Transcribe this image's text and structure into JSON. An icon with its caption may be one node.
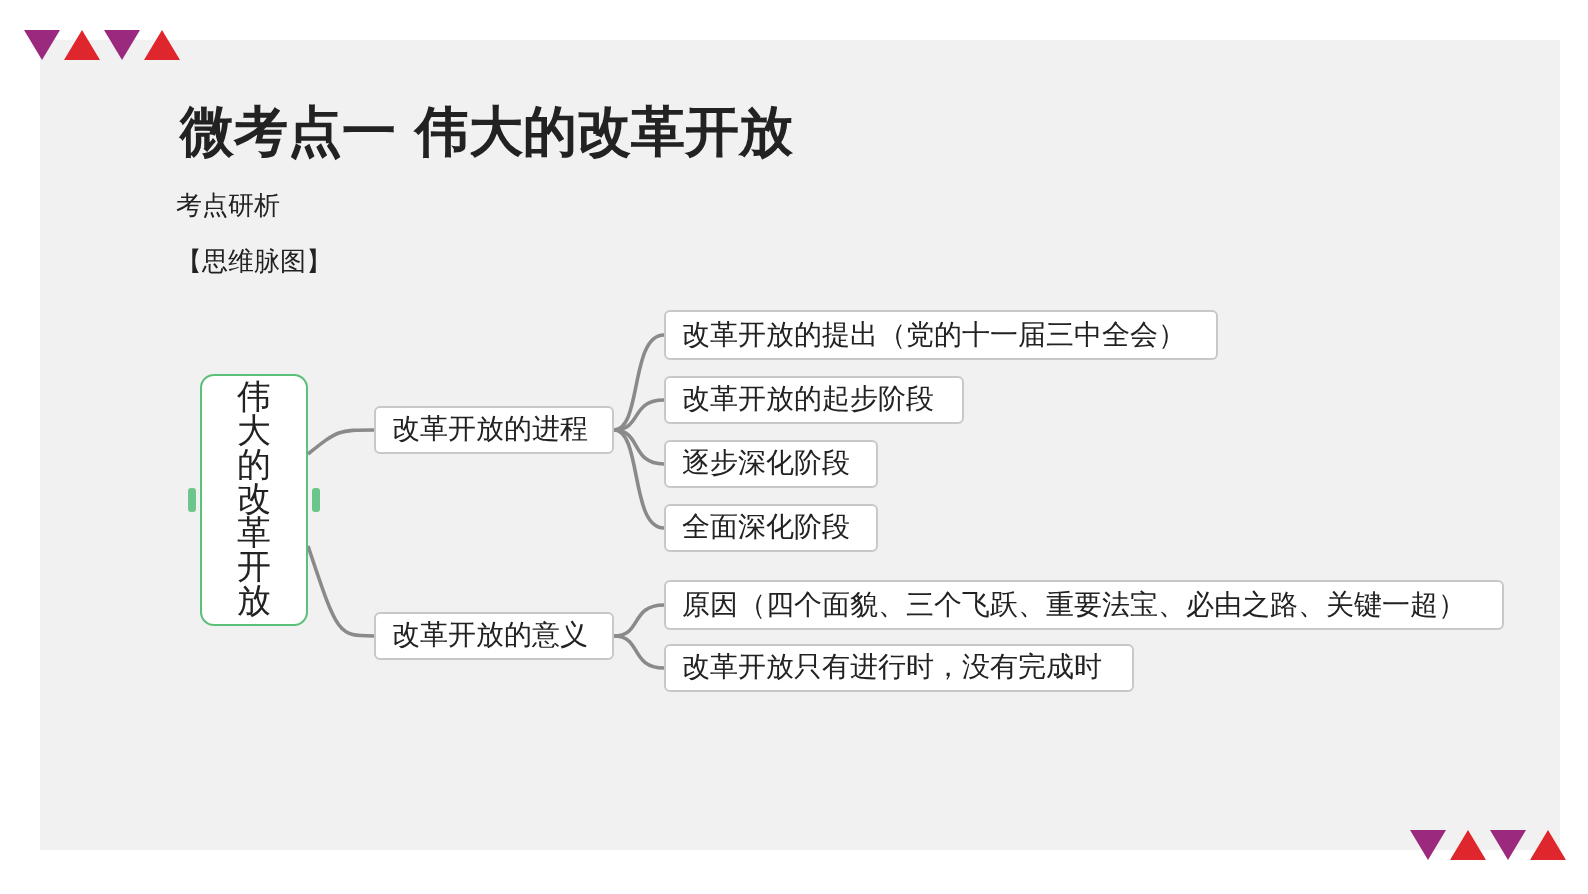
{
  "diagram": {
    "title": "微考点一 伟大的改革开放",
    "nodes": [
      {
        "text": [
          "伟大的改革开放"
        ]
      },
      {
        "text": [
          "改革开放的进程"
        ]
      },
      {
        "text": [
          "改革开放的提出（党的十一届三中全会）"
        ]
      },
      {
        "text": [
          "改革开放的起步阶段"
        ]
      },
      {
        "text": [
          "逐步深化阶段"
        ]
      },
      {
        "text": [
          "全面深化阶段"
        ]
      },
      {
        "text": [
          "改革开放的意义"
        ]
      },
      {
        "text": [
          "原因（四个面貌、三个飞跃、重要法宝、必由之路、关键一超）"
        ]
      },
      {
        "text": [
          "改革开放只有进行时，没有完成时"
        ]
      }
    ],
    "edges": [
      {
        "from": 0,
        "to": 1,
        "arrow": "none"
      },
      {
        "from": 0,
        "to": 6,
        "arrow": "none"
      },
      {
        "from": 1,
        "to": 2,
        "arrow": "none"
      },
      {
        "from": 1,
        "to": 3,
        "arrow": "none"
      },
      {
        "from": 1,
        "to": 4,
        "arrow": "none"
      },
      {
        "from": 1,
        "to": 5,
        "arrow": "none"
      },
      {
        "from": 6,
        "to": 7,
        "arrow": "none"
      },
      {
        "from": 6,
        "to": 8,
        "arrow": "none"
      }
    ],
    "labels": [
      "考点研析",
      "【思维脉图】"
    ]
  }
}
